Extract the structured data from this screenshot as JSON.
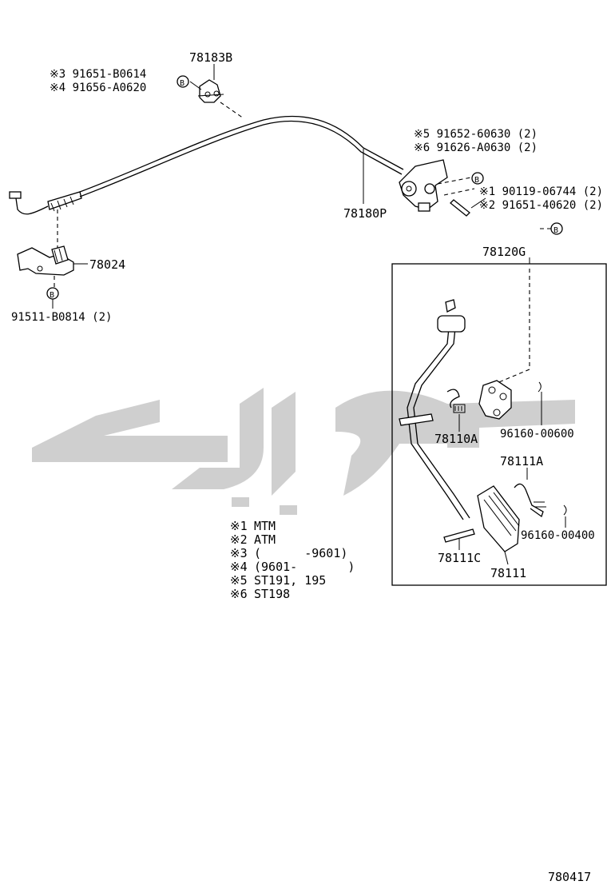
{
  "callouts": {
    "bracket_top": "78183B",
    "cable": "78180P",
    "bracket_left": "78024",
    "pedal_assembly": "78120G",
    "spring_a": "78110A",
    "spring_b": "78111A",
    "pin": "78111C",
    "pedal_pad": "78111"
  },
  "bolts": {
    "b1": "※3  91651-B0614",
    "b2": "※4  91656-A0620",
    "b3": "※5  91652-60630 (2)",
    "b4": "※6  91626-A0630 (2)",
    "b5": "※1  90119-06744 (2)",
    "b6": "※2  91651-40620 (2)",
    "b7": "91511-B0814 (2)"
  },
  "clips": {
    "c1": "96160-00600",
    "c2": "96160-00400"
  },
  "bolt_symbol": "B",
  "legend": [
    {
      "mark": "※1",
      "text": "MTM"
    },
    {
      "mark": "※2",
      "text": "ATM"
    },
    {
      "mark": "※3",
      "text": "(      -9601)"
    },
    {
      "mark": "※4",
      "text": "(9601-       )"
    },
    {
      "mark": "※5",
      "text": "ST191, 195"
    },
    {
      "mark": "※6",
      "text": "ST198"
    }
  ],
  "diagram_id": "780417"
}
